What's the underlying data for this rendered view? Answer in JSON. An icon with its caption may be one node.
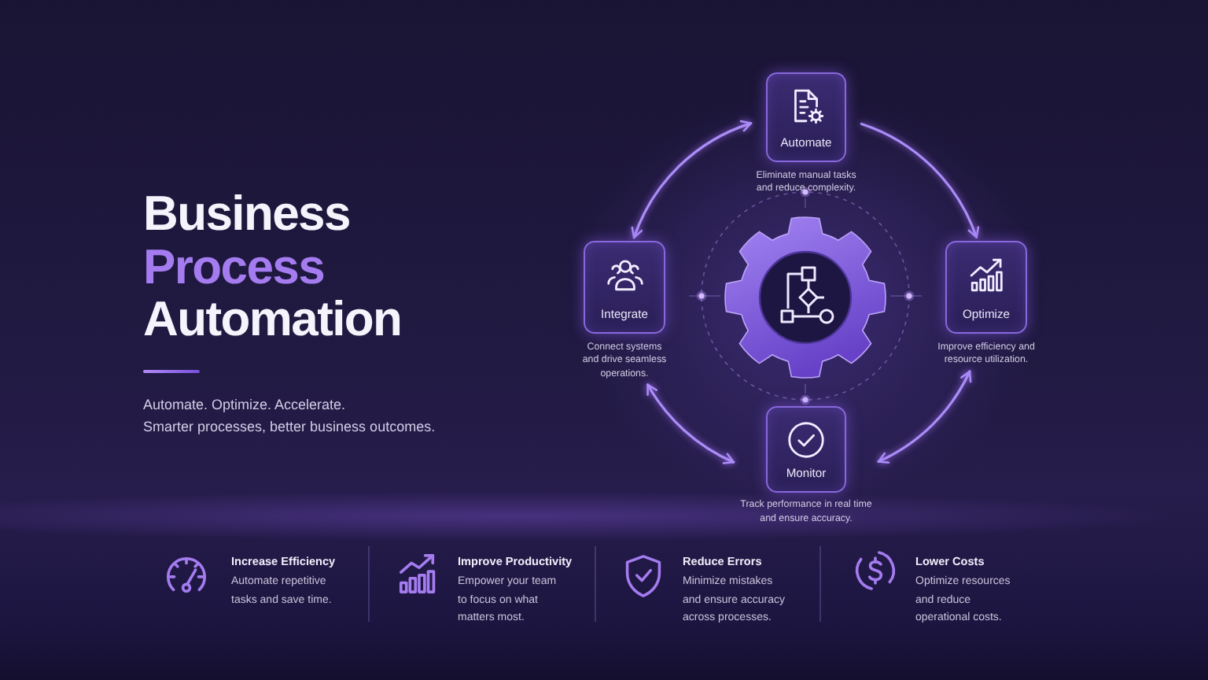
{
  "diagram": {
    "title": "Business Process Automation",
    "nodes": [
      {
        "text": [
          "Automate"
        ],
        "beside": [
          "Eliminate manual tasks and reduce complexity."
        ]
      },
      {
        "text": [
          "Integrate"
        ],
        "beside": [
          "Connect systems and drive seamless operations."
        ]
      },
      {
        "text": [
          "Optimize"
        ],
        "beside": [
          "Improve efficiency and resource utilization."
        ]
      },
      {
        "text": [
          "Monitor"
        ],
        "beside": [
          "Track performance in real time and ensure accuracy."
        ]
      }
    ],
    "edges": [
      {
        "from": 0,
        "to": 2,
        "arrow": "to"
      },
      {
        "from": 2,
        "to": 3,
        "arrow": "both"
      },
      {
        "from": 3,
        "to": 1,
        "arrow": "both"
      },
      {
        "from": 1,
        "to": 0,
        "arrow": "both"
      }
    ],
    "labels": [
      "Automate. Optimize. Accelerate.",
      "Smarter processes, better business outcomes.",
      "Increase Efficiency",
      "Automate repetitive tasks and save time.",
      "Improve Productivity",
      "Empower your team to focus on what matters most.",
      "Reduce Errors",
      "Minimize mistakes and ensure accuracy across processes.",
      "Lower Costs",
      "Optimize resources and reduce operational costs."
    ]
  }
}
